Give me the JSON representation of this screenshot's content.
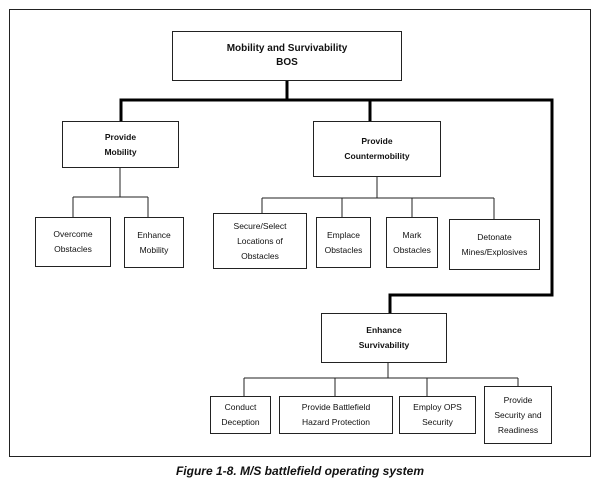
{
  "nodes": {
    "root": "Mobility and Survivability\nBOS",
    "mobility": "Provide\nMobility",
    "countermobility": "Provide\nCountermobility",
    "overcome": "Overcome\nObstacles",
    "enhance_mobility": "Enhance\nMobility",
    "secure_select": "Secure/Select\nLocations of\nObstacles",
    "emplace": "Emplace\nObstacles",
    "mark": "Mark\nObstacles",
    "detonate": "Detonate\nMines/Explosives",
    "survivability": "Enhance\nSurvivability",
    "deception": "Conduct\nDeception",
    "hazard": "Provide Battlefield\nHazard Protection",
    "ops_security": "Employ OPS\nSecurity",
    "readiness": "Provide\nSecurity and\nReadiness"
  },
  "caption": "Figure 1-8.  M/S battlefield operating system"
}
